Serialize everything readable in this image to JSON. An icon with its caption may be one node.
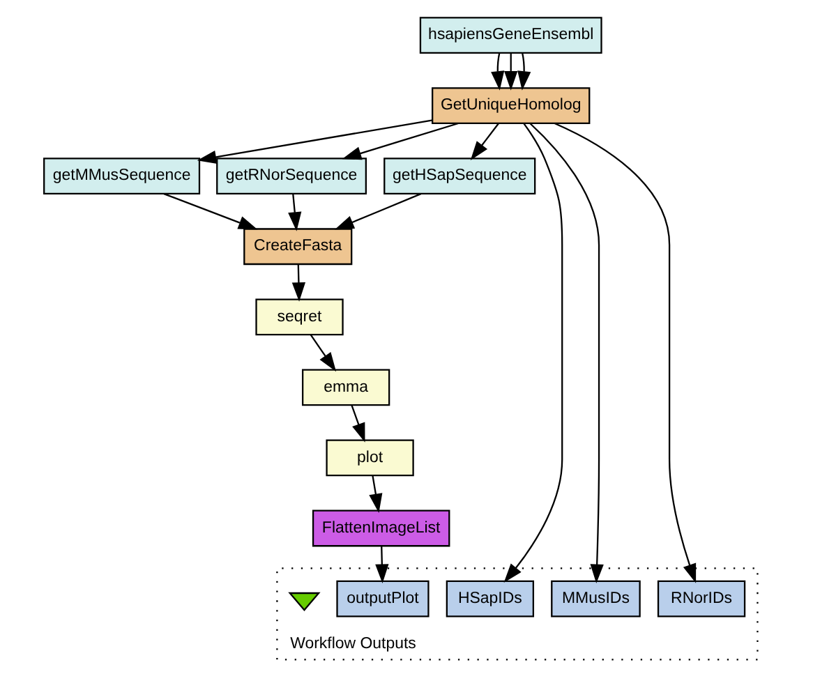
{
  "diagram": {
    "nodes": [
      {
        "text": [
          "hsapiensGeneEnsembl"
        ]
      },
      {
        "text": [
          "GetUniqueHomolog"
        ]
      },
      {
        "text": [
          "getMMusSequence"
        ]
      },
      {
        "text": [
          "getRNorSequence"
        ]
      },
      {
        "text": [
          "getHSapSequence"
        ]
      },
      {
        "text": [
          "CreateFasta"
        ]
      },
      {
        "text": [
          "seqret"
        ]
      },
      {
        "text": [
          "emma"
        ]
      },
      {
        "text": [
          "plot"
        ]
      },
      {
        "text": [
          "FlattenImageList"
        ]
      },
      {
        "text": [
          "Workflow Outputs"
        ]
      },
      {
        "text": [
          "outputPlot"
        ],
        "in": 10
      },
      {
        "text": [
          "HSapIDs"
        ],
        "in": 10
      },
      {
        "text": [
          "MMusIDs"
        ],
        "in": 10
      },
      {
        "text": [
          "RNorIDs"
        ],
        "in": 10
      },
      {
        "text": [],
        "shape": "triangle",
        "in": 10
      }
    ],
    "edges": [
      {
        "from": 0,
        "to": 1,
        "arrow": "to"
      },
      {
        "from": 0,
        "to": 1,
        "arrow": "to"
      },
      {
        "from": 0,
        "to": 1,
        "arrow": "to"
      },
      {
        "from": 1,
        "to": 2,
        "arrow": "to"
      },
      {
        "from": 1,
        "to": 3,
        "arrow": "to"
      },
      {
        "from": 1,
        "to": 4,
        "arrow": "to"
      },
      {
        "from": 2,
        "to": 5,
        "arrow": "to"
      },
      {
        "from": 3,
        "to": 5,
        "arrow": "to"
      },
      {
        "from": 4,
        "to": 5,
        "arrow": "to"
      },
      {
        "from": 5,
        "to": 6,
        "arrow": "to"
      },
      {
        "from": 6,
        "to": 7,
        "arrow": "to"
      },
      {
        "from": 7,
        "to": 8,
        "arrow": "to"
      },
      {
        "from": 8,
        "to": 9,
        "arrow": "to"
      },
      {
        "from": 9,
        "to": 11,
        "arrow": "to"
      },
      {
        "from": 1,
        "to": 12,
        "arrow": "to"
      },
      {
        "from": 1,
        "to": 13,
        "arrow": "to"
      },
      {
        "from": 1,
        "to": 14,
        "arrow": "to"
      }
    ]
  }
}
